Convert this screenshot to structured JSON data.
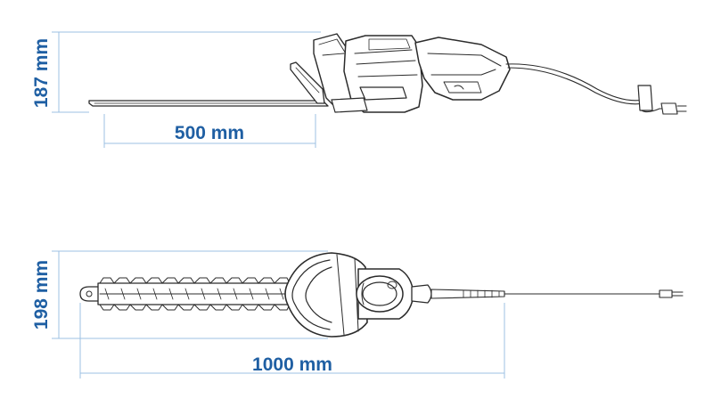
{
  "dimensions": {
    "side_height": "187 mm",
    "blade_length": "500 mm",
    "top_height": "198 mm",
    "total_length": "1000 mm"
  },
  "colors": {
    "dimension_text": "#1f5fa3",
    "dimension_line": "#9cc0e3",
    "drawing_ink": "#2b2b2b"
  }
}
